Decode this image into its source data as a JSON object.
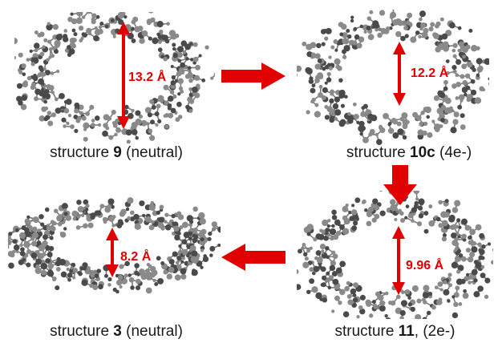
{
  "panels": [
    {
      "id": "structure-9",
      "measurement": "13.2 Å",
      "caption": {
        "prefix": "structure ",
        "bold": "9",
        "suffix": " (neutral)"
      }
    },
    {
      "id": "structure-10c",
      "measurement": "12.2 Å",
      "caption": {
        "prefix": "structure ",
        "bold": "10c",
        "suffix": " (4e-)"
      }
    },
    {
      "id": "structure-11",
      "measurement": "9.96 Å",
      "caption": {
        "prefix": "structure ",
        "bold": "11",
        "suffix": ", (2e-)"
      }
    },
    {
      "id": "structure-3",
      "measurement": "8.2 Å",
      "caption": {
        "prefix": "structure ",
        "bold": "3",
        "suffix": " (neutral)"
      }
    }
  ],
  "colors": {
    "arrow": "#e00000",
    "atom": "#8a8a8a",
    "atom_dark": "#4a4a4a",
    "bond": "#7a7a7a"
  }
}
